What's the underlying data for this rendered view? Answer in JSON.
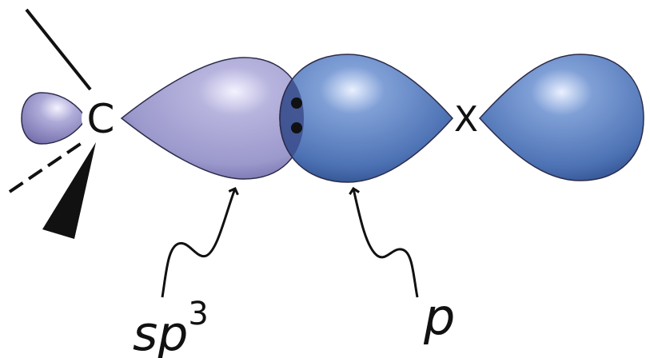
{
  "diagram": {
    "atoms": {
      "carbon": "C",
      "halogen": "X"
    },
    "orbital_labels": {
      "hybrid_base": "sp",
      "hybrid_superscript": "3",
      "p_orbital": "p"
    },
    "colors": {
      "sp3_orbital": "#9b98cc",
      "sp3_orbital_dark": "#6f6aa8",
      "p_orbital": "#4d72b4",
      "p_orbital_dark": "#1f3f7a",
      "overlap_region": "#3d4e8c",
      "electron_pair": "#111111",
      "outline": "#2b2b4a"
    }
  }
}
